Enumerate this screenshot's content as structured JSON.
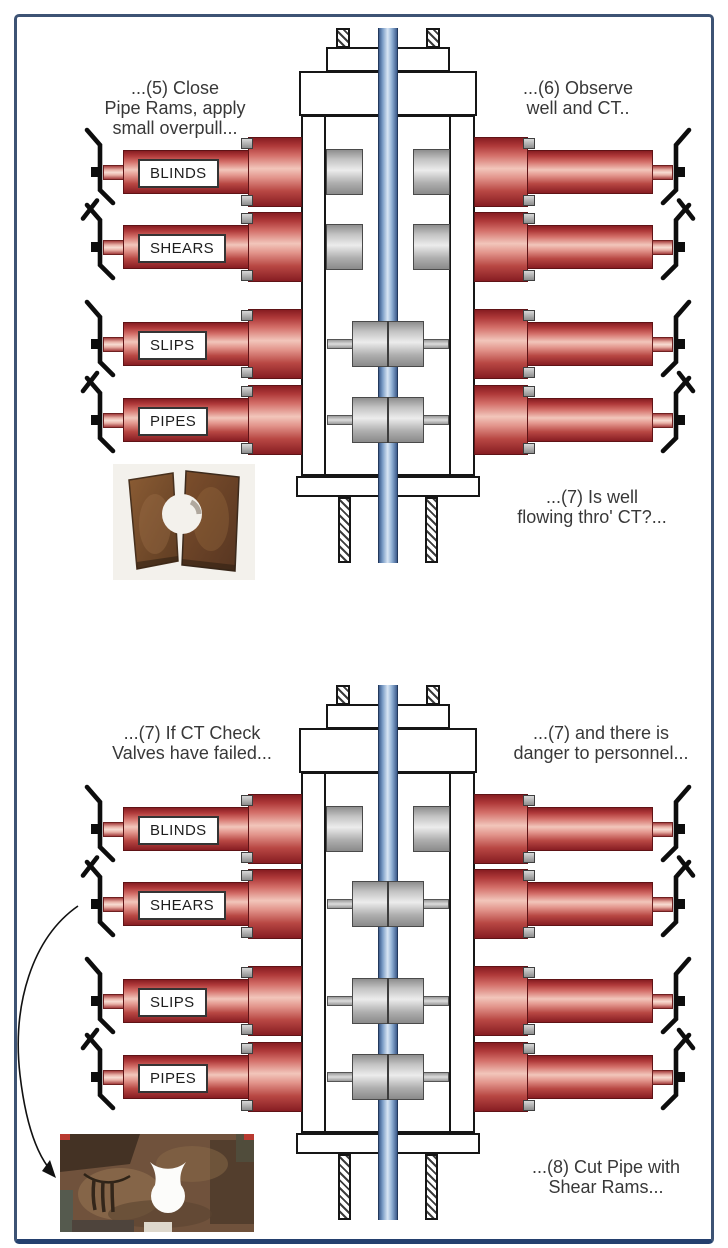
{
  "diagrams": [
    {
      "id": "top",
      "annotations": {
        "left": "...(5) Close\nPipe Rams, apply\nsmall overpull...",
        "right": "...(6) Observe\nwell and CT..",
        "bottom_right": "...(7) Is well\nflowing thro' CT?..."
      },
      "rams": [
        {
          "label": "BLINDS",
          "state": "open"
        },
        {
          "label": "SHEARS",
          "state": "open"
        },
        {
          "label": "SLIPS",
          "state": "closed"
        },
        {
          "label": "PIPES",
          "state": "closed"
        }
      ],
      "photo_alt": "two pipe ram blocks with circular pipe cutouts"
    },
    {
      "id": "bottom",
      "annotations": {
        "left": "...(7) If CT Check\nValves have failed...",
        "right": "...(7) and there is\ndanger to personnel...",
        "bottom_right": "...(8) Cut Pipe with\nShear Rams..."
      },
      "rams": [
        {
          "label": "BLINDS",
          "state": "open"
        },
        {
          "label": "SHEARS",
          "state": "closed"
        },
        {
          "label": "SLIPS",
          "state": "closed"
        },
        {
          "label": "PIPES",
          "state": "closed"
        }
      ],
      "photo_alt": "shear ram block after cutting the coiled tubing"
    }
  ],
  "colors": {
    "frame_border": "#3d5374",
    "frame_border_bottom": "#24406e",
    "ram_red": "#b03a3a",
    "ram_red_dark": "#871d22",
    "ram_red_highlight": "#f2c6bb",
    "steel_gray": "#c4c4c4",
    "pipe_blue": "#8fafd4",
    "pipe_blue_dark": "#3d5c8c",
    "outline_black": "#161616",
    "annotation_text": "#383838",
    "photo_rust_brown": "#8a5a33"
  }
}
